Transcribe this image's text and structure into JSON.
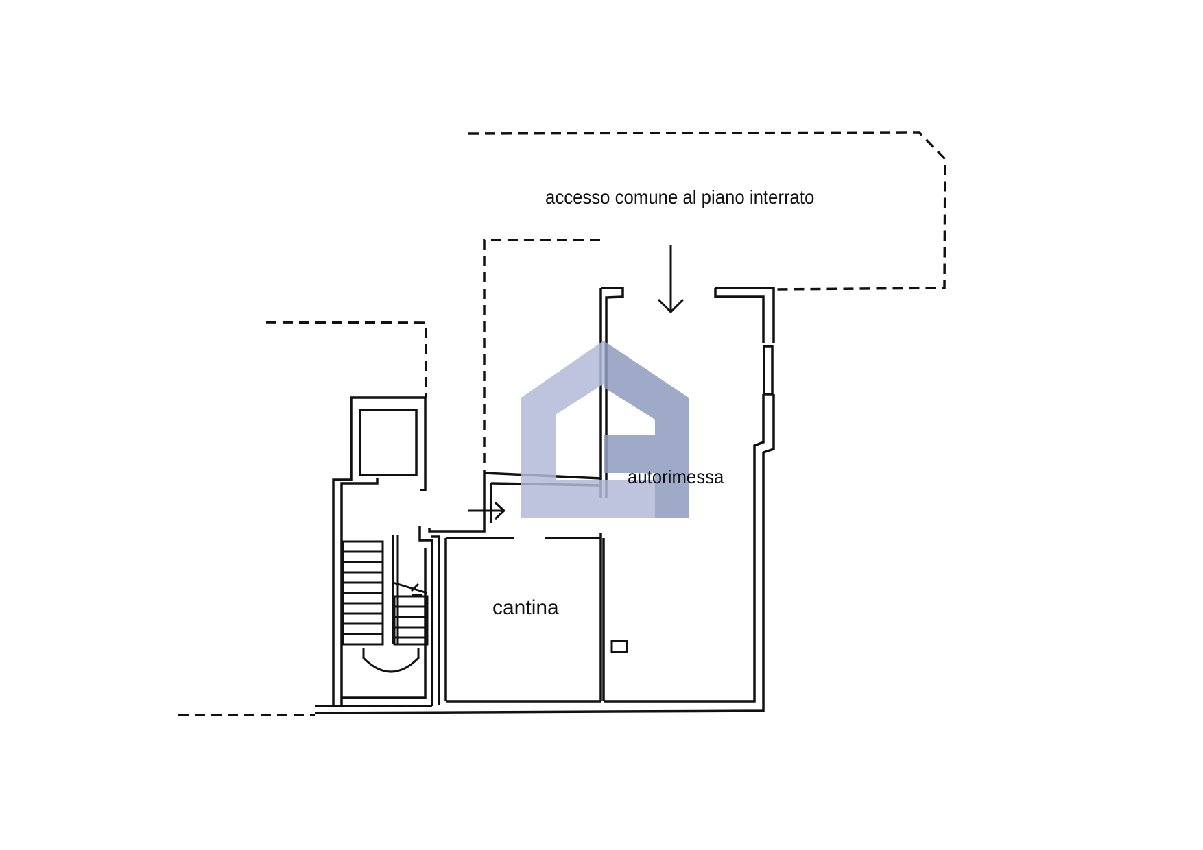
{
  "plan": {
    "labels": {
      "access": "accesso comune al piano interrato",
      "garage": "autorimessa",
      "cellar": "cantina"
    },
    "colors": {
      "line": "#111111",
      "watermark_dark": "#8f9cc0",
      "watermark_light": "#b3bad8"
    },
    "watermark_icon": "house-logo-icon"
  }
}
